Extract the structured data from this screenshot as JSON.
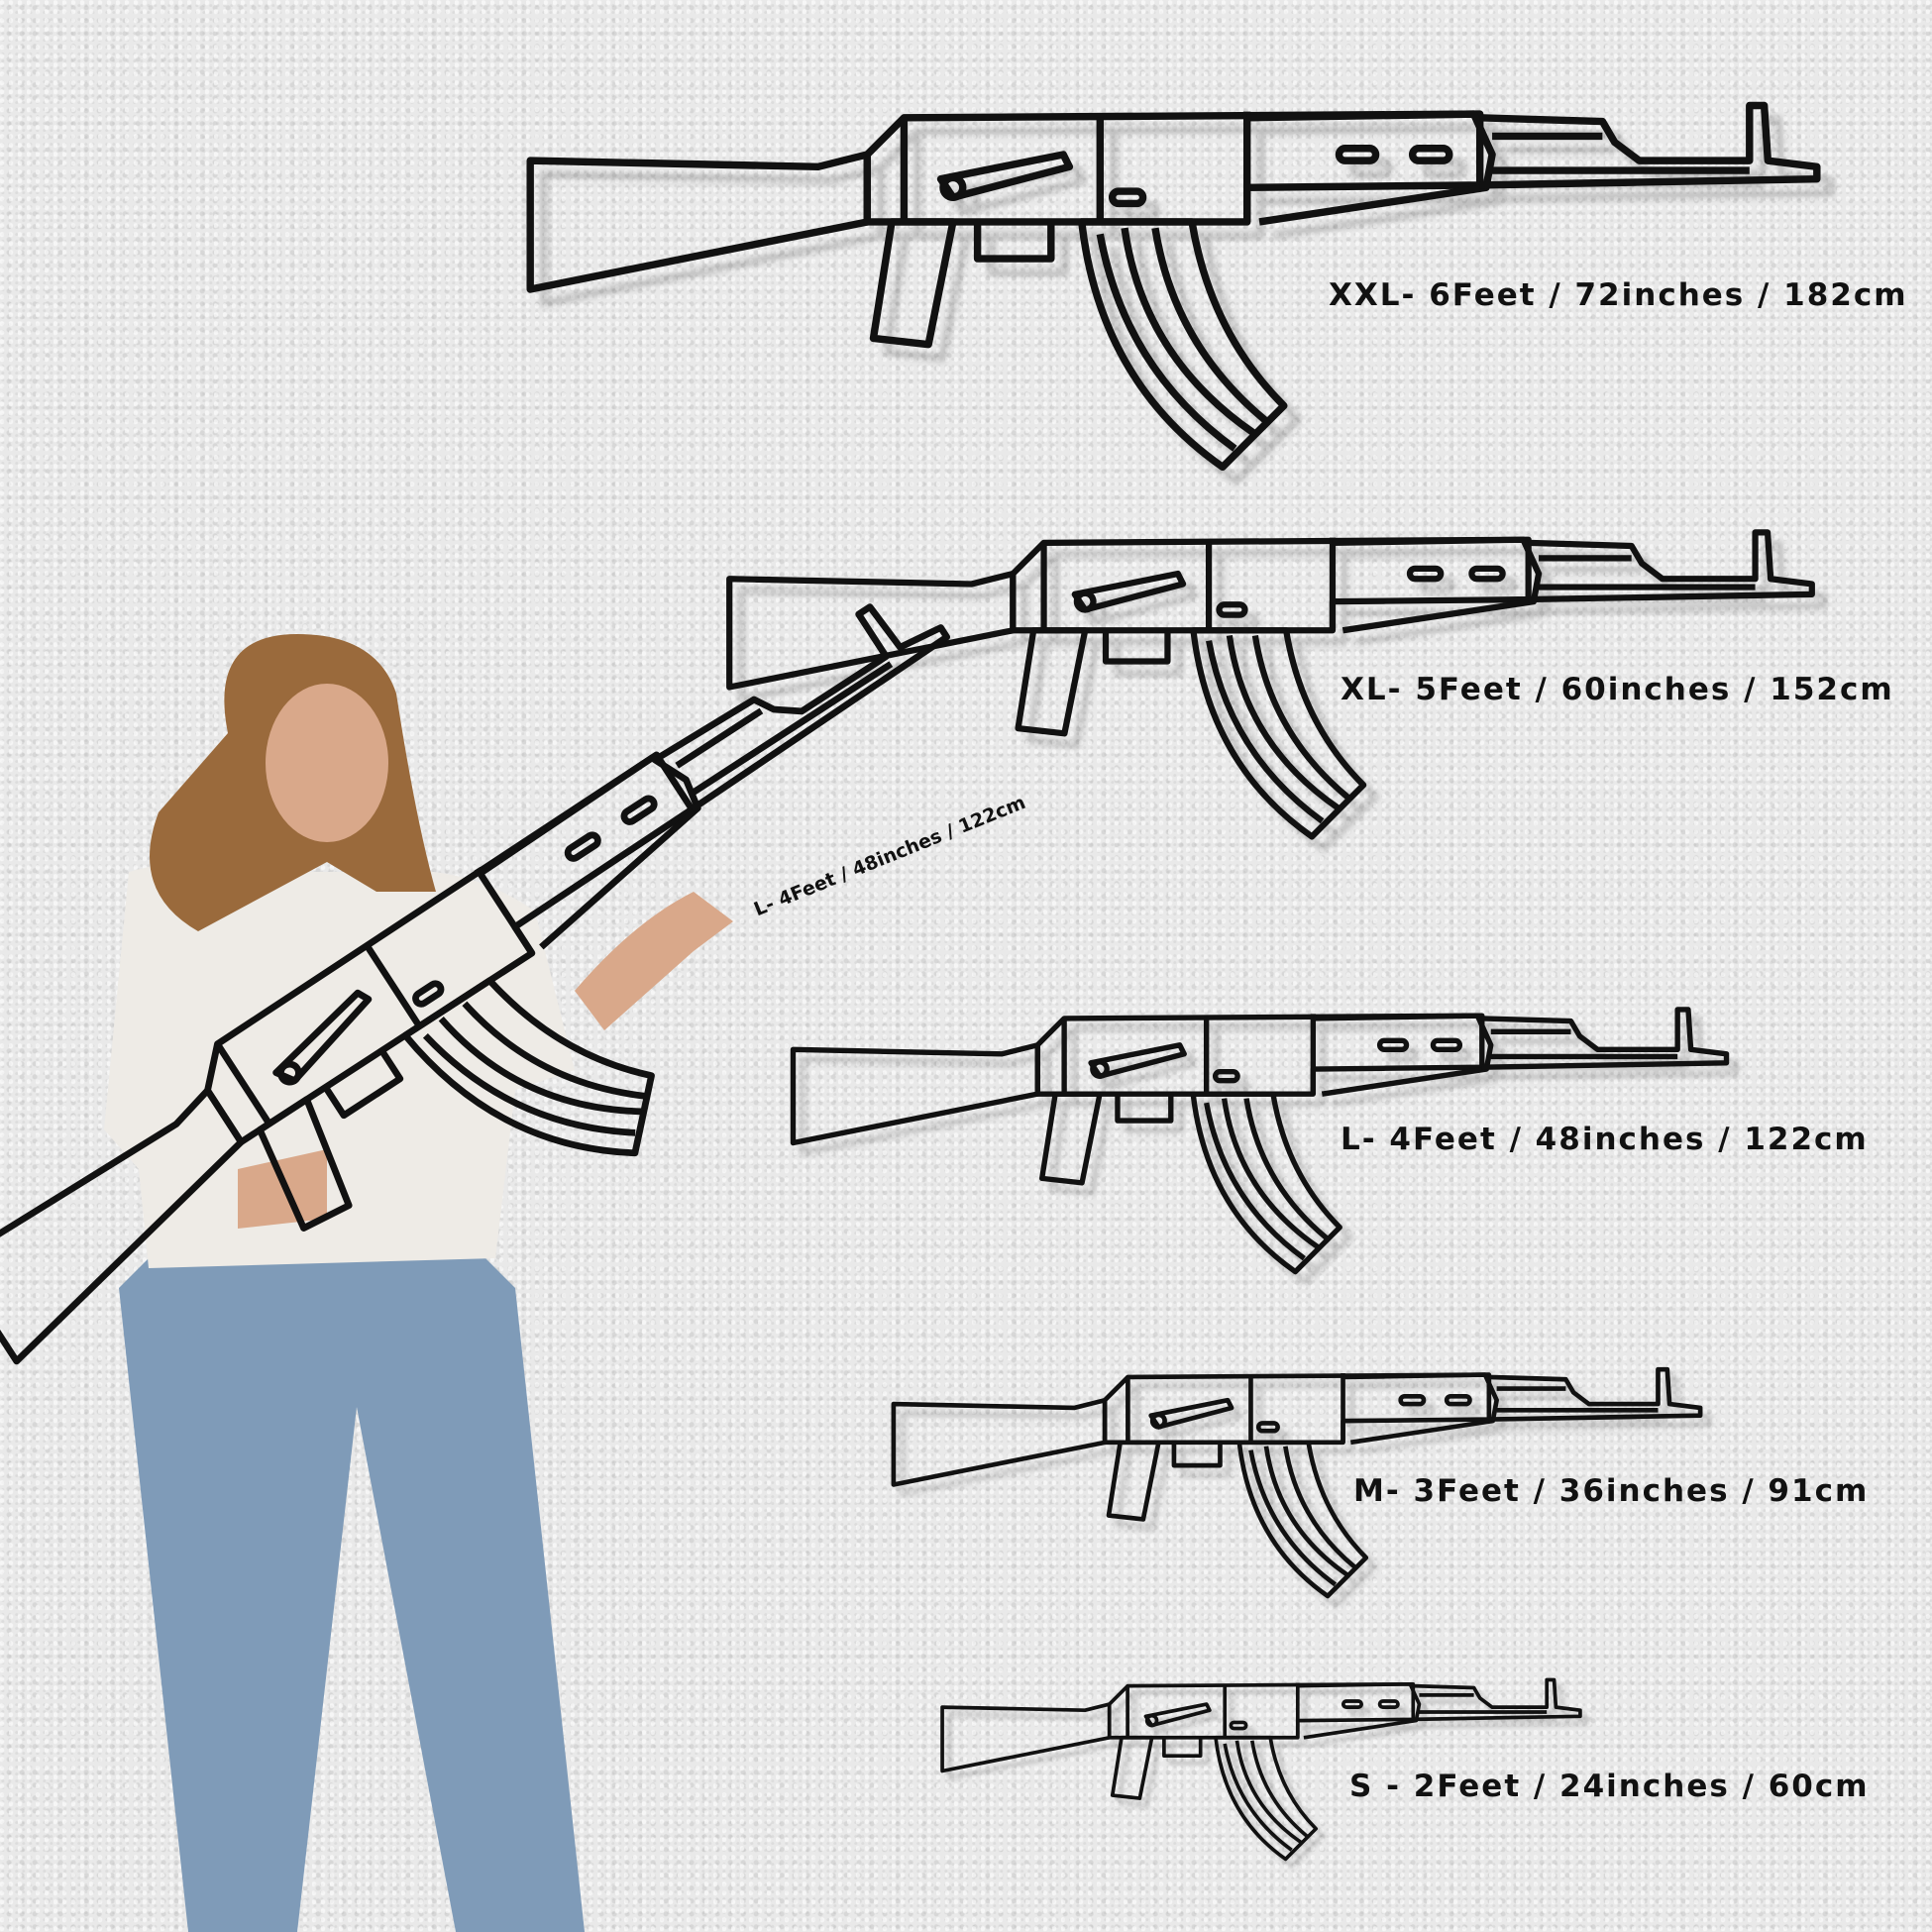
{
  "sizes": [
    {
      "label": "XXL- 6Feet / 72inches / 182cm"
    },
    {
      "label": "XL- 5Feet / 60inches / 152cm"
    },
    {
      "label": "L- 4Feet / 48inches / 122cm"
    },
    {
      "label": "M- 3Feet / 36inches / 91cm"
    },
    {
      "label": "S - 2Feet / 24inches / 60cm"
    }
  ],
  "held_label": "L- 4Feet / 48inches / 122cm",
  "colors": {
    "wall": "#e9e9e9",
    "metal": "#111111",
    "shirt": "#eeebe6",
    "jeans": "#7f9bb8",
    "hair": "#9a6a3c",
    "skin": "#d9a88a"
  }
}
